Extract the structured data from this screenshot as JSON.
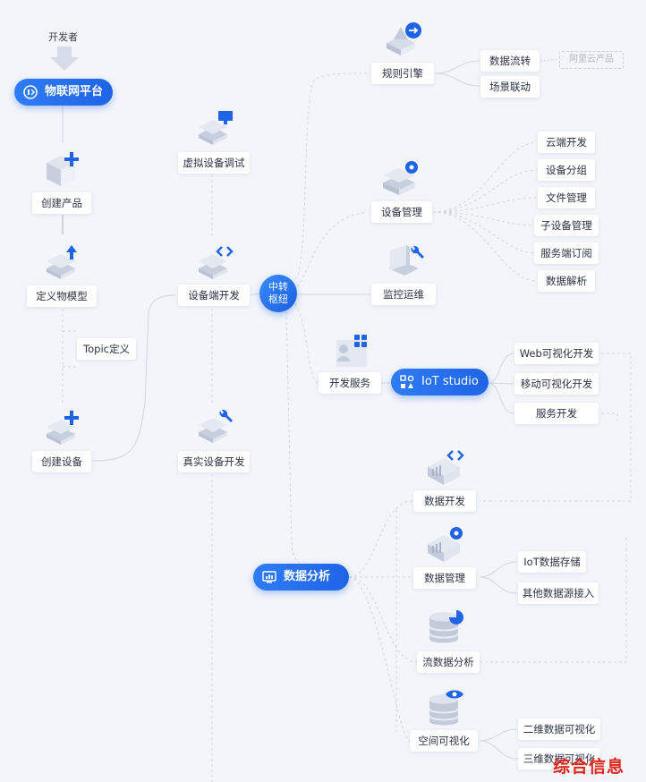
{
  "top_label": "开发者",
  "platform": "物联网平台",
  "left_chain": {
    "create_product": "创建产品",
    "define_model": "定义物模型",
    "topic": "Topic定义",
    "create_device": "创建设备"
  },
  "mid_chain": {
    "virtual_debug": "虚拟设备调试",
    "device_dev": "设备端开发",
    "real_dev": "真实设备开发"
  },
  "hub": {
    "line1": "中转",
    "line2": "枢纽"
  },
  "rules": {
    "label": "规则引擎",
    "children": [
      "数据流转",
      "场景联动"
    ],
    "ghost": "阿里云产品"
  },
  "device_mgmt": {
    "label": "设备管理",
    "children": [
      "云端开发",
      "设备分组",
      "文件管理",
      "子设备管理",
      "服务端订阅",
      "数据解析"
    ]
  },
  "monitor": "监控运维",
  "dev_service": "开发服务",
  "iot_studio": {
    "label": "IoT studio",
    "children": [
      "Web可视化开发",
      "移动可视化开发",
      "服务开发"
    ]
  },
  "data_analysis": {
    "label": "数据分析",
    "data_dev": "数据开发",
    "data_mgmt": "数据管理",
    "data_mgmt_children": [
      "IoT数据存储",
      "其他数据源接入"
    ],
    "stream": "流数据分析",
    "spatial": "空间可视化",
    "spatial_children": [
      "二维数据可视化",
      "三维数据可视化"
    ]
  },
  "watermark": "综合信息",
  "colors": {
    "accent": "#1f64e6",
    "background": "#f3f5fa",
    "watermark": "#e0261b"
  }
}
